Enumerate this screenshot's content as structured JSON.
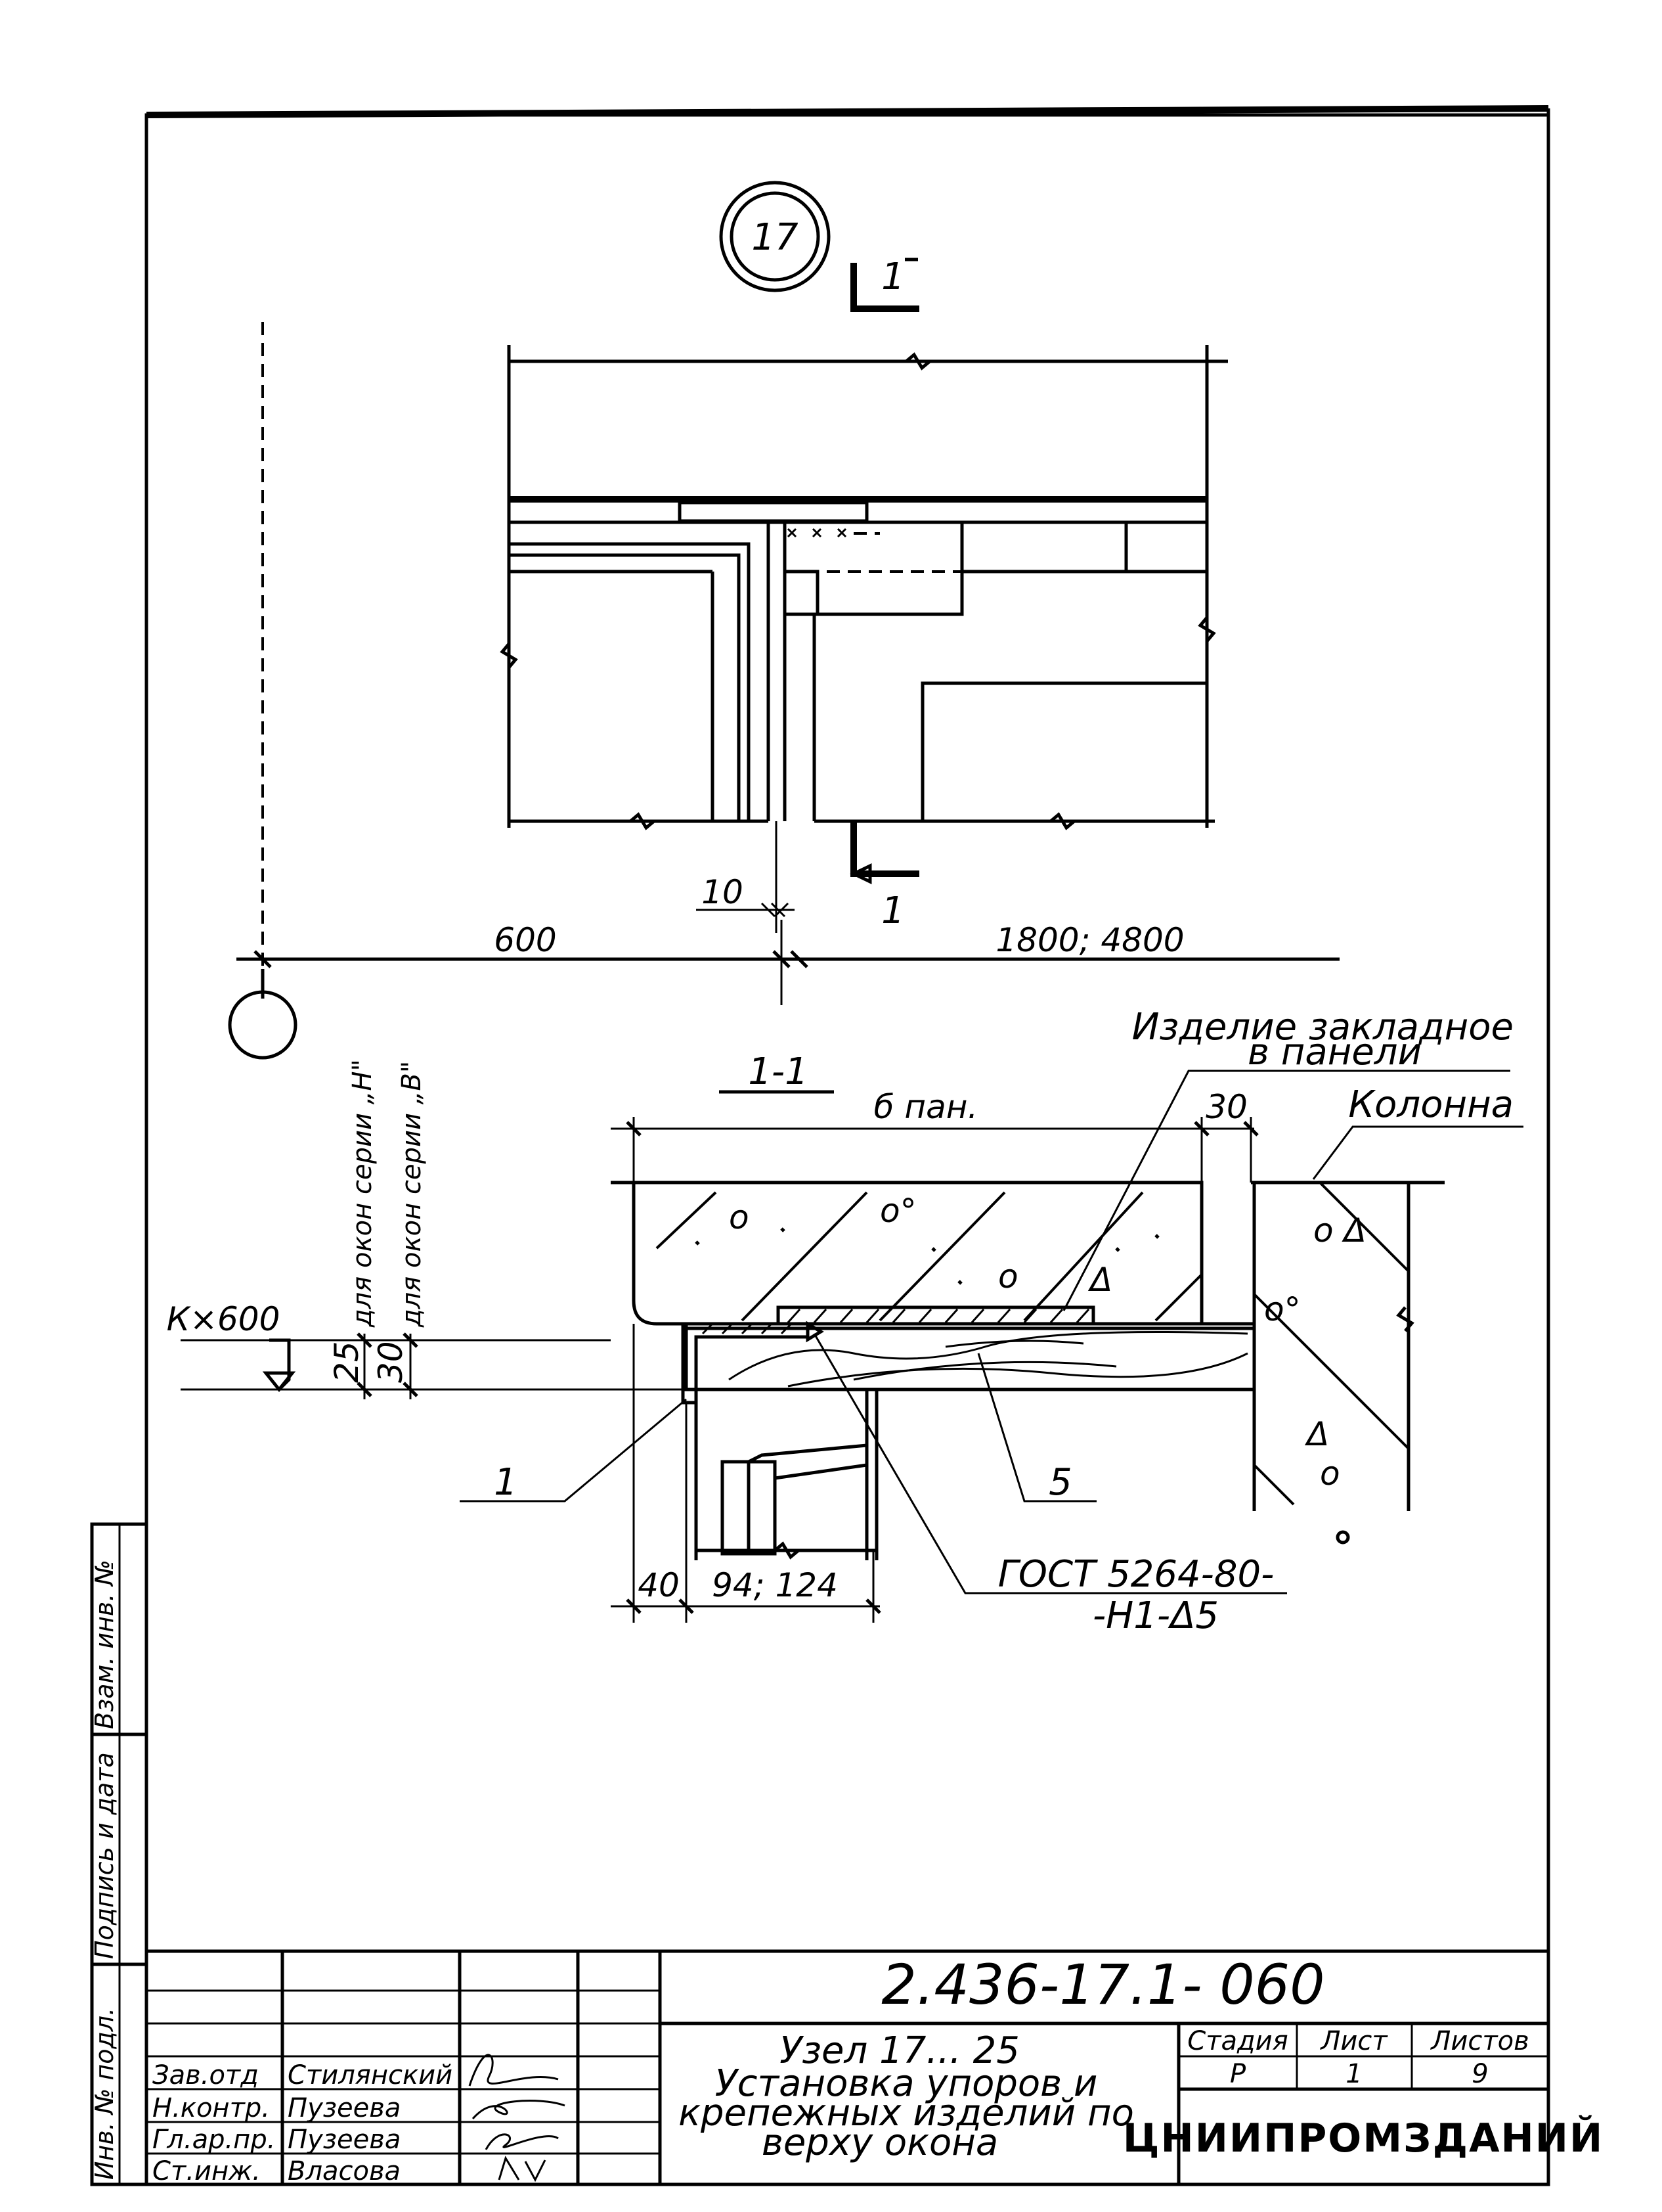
{
  "node_marker": "17",
  "section_marker": "1",
  "section_title": "1-1",
  "dims": {
    "gap": "10",
    "left_span": "600",
    "right_span": "1800; 4800",
    "width_label": "б пан.",
    "col_gap": "30",
    "depth_h": "25",
    "depth_b": "30",
    "left_off": "40",
    "frame": "94; 124",
    "level": "К×600"
  },
  "labels": {
    "embedded_1": "Изделие закладное",
    "embedded_2": "в панели",
    "column": "Колонна",
    "series_h": "для окон серии „Н\"",
    "series_b": "для окон серии „В\"",
    "callout_1": "1",
    "callout_5": "5",
    "gost_1": "ГОСТ 5264-80-",
    "gost_2": "-Н1-Δ5"
  },
  "title_block": {
    "code": "2.436-17.1- 060",
    "title_1": "Узел 17... 25",
    "title_2": "Установка упоров и",
    "title_3": "крепежных изделий по",
    "title_4": "верху окона",
    "stage_hdr": "Стадия",
    "sheet_hdr": "Лист",
    "sheets_hdr": "Листов",
    "stage": "Р",
    "sheet": "1",
    "sheets": "9",
    "org": "ЦНИИПРОМЗДАНИЙ",
    "roles": [
      "Зав.отд",
      "Н.контр.",
      "Гл.ар.пр.",
      "Ст.инж."
    ],
    "names": [
      "Стилянский",
      "Пузеева",
      "Пузеева",
      "Власова"
    ]
  },
  "side_stamp": [
    "Инв. № подл.",
    "Подпись и дата",
    "Взам. инв. №"
  ]
}
